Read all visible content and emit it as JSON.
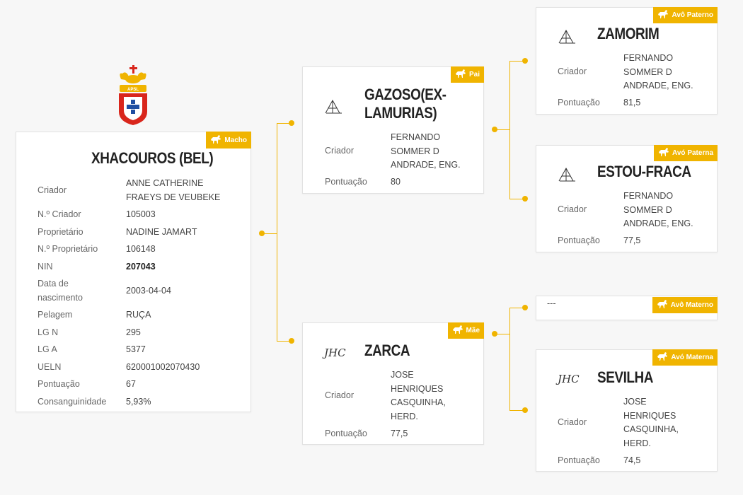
{
  "main": {
    "name": "XHACOUROS (BEL)",
    "badge": "Macho",
    "rows": [
      {
        "label": "Criador",
        "value": "ANNE CATHERINE FRAEYS DE VEUBEKE"
      },
      {
        "label": "N.º Criador",
        "value": "105003"
      },
      {
        "label": "Proprietário",
        "value": "NADINE JAMART"
      },
      {
        "label": "N.º Proprietário",
        "value": "106148"
      },
      {
        "label": "NIN",
        "value": "207043"
      },
      {
        "label": "Data de nascimento",
        "value": "2003-04-04"
      },
      {
        "label": "Pelagem",
        "value": "RUÇA"
      },
      {
        "label": "LG N",
        "value": "295"
      },
      {
        "label": "LG A",
        "value": "5377"
      },
      {
        "label": "UELN",
        "value": "620001002070430"
      },
      {
        "label": "Pontuação",
        "value": "67"
      },
      {
        "label": "Consanguinidade",
        "value": "5,93%"
      }
    ],
    "logo_text": "APSL"
  },
  "pai": {
    "badge": "Pai",
    "name_line1": "GAZOSO(EX-",
    "name_line2": "LAMURIAS)",
    "brand": "A",
    "breeder_label": "Criador",
    "breeder": "FERNANDO SOMMER D ANDRADE, ENG.",
    "score_label": "Pontuação",
    "score": "80"
  },
  "mae": {
    "badge": "Mãe",
    "name": "ZARCA",
    "brand": "JHC",
    "breeder_label": "Criador",
    "breeder": "JOSE HENRIQUES CASQUINHA, HERD.",
    "score_label": "Pontuação",
    "score": "77,5"
  },
  "avo_paterno": {
    "badge": "Avô Paterno",
    "name": "ZAMORIM",
    "brand": "A",
    "breeder_label": "Criador",
    "breeder": "FERNANDO SOMMER D ANDRADE, ENG.",
    "score_label": "Pontuação",
    "score": "81,5"
  },
  "avo_paterna": {
    "badge": "Avó Paterna",
    "name": "ESTOU-FRACA",
    "brand": "A",
    "breeder_label": "Criador",
    "breeder": "FERNANDO SOMMER D ANDRADE, ENG.",
    "score_label": "Pontuação",
    "score": "77,5"
  },
  "avo_materno": {
    "badge": "Avô Materno",
    "name": "---"
  },
  "avo_materna": {
    "badge": "Avó Materna",
    "name": "SEVILHA",
    "brand": "JHC",
    "breeder_label": "Criador",
    "breeder": "JOSE HENRIQUES CASQUINHA, HERD.",
    "score_label": "Pontuação",
    "score": "74,5"
  },
  "colors": {
    "accent": "#f0b400",
    "shield_red": "#d9261c",
    "shield_blue": "#1f4ea1"
  },
  "icons": {
    "horse": "horse-icon",
    "crest": "coat-of-arms-icon"
  }
}
